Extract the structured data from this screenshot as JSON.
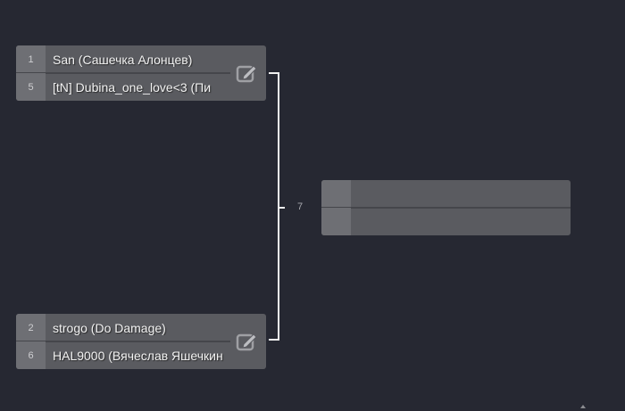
{
  "matches": [
    {
      "top": {
        "seed": "1",
        "name": "San (Сашечка Алонцев)"
      },
      "bottom": {
        "seed": "5",
        "name": "[tN] Dubina_one_love<3 (Пи"
      }
    },
    {
      "top": {
        "seed": "2",
        "name": "strogo (Do Damage)"
      },
      "bottom": {
        "seed": "6",
        "name": "HAL9000 (Вячеслав Яшечкин"
      }
    }
  ],
  "next_match": {
    "label": "7",
    "top": {
      "seed": "",
      "name": ""
    },
    "bottom": {
      "seed": "",
      "name": ""
    }
  }
}
